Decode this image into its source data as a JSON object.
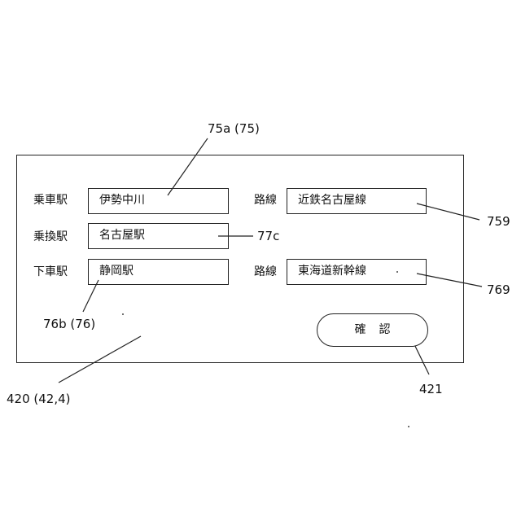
{
  "form": {
    "boarding_label": "乗車駅",
    "transfer_label": "乗換駅",
    "alighting_label": "下車駅",
    "route_label_1": "路線",
    "route_label_2": "路線",
    "boarding_value": "伊勢中川",
    "transfer_value": "名古屋駅",
    "alighting_value": "静岡駅",
    "route_value_1": "近鉄名古屋線",
    "route_value_2": "東海道新幹線",
    "confirm_label": "確認"
  },
  "refs": {
    "boarding_field": "75a (75)",
    "transfer_field": "77c",
    "route_field_1": "759",
    "route_field_2": "769",
    "alighting_field": "76b (76)",
    "panel": "420 (42,4)",
    "confirm_button": "421"
  }
}
